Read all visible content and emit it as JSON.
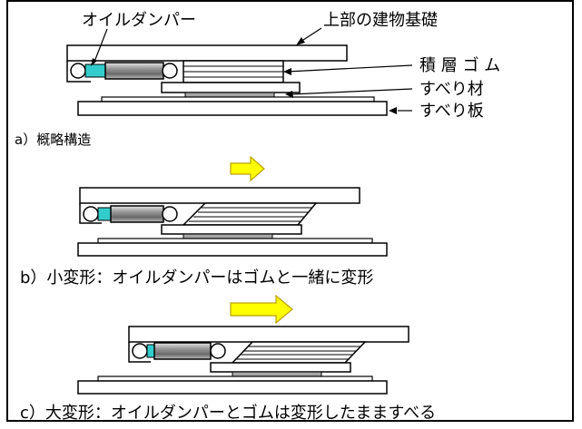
{
  "labels": {
    "oil_damper": "オイルダンパー",
    "upper_foundation": "上部の建物基礎",
    "laminated_rubber": "積 層 ゴ ム",
    "sliding_material": "すべり材",
    "sliding_plate": "すべり板"
  },
  "captions": {
    "a": "a）概略構造",
    "b": "b）小変形：オイルダンパーはゴムと一緒に変形",
    "c": "c）大変形：オイルダンパーとゴムは変形したまますべる"
  },
  "colors": {
    "arrow_fill": "#ffff00",
    "arrow_stroke": "#b8a000",
    "damper_end": "#33cccc",
    "damper_gray": "#a6a6a6"
  }
}
